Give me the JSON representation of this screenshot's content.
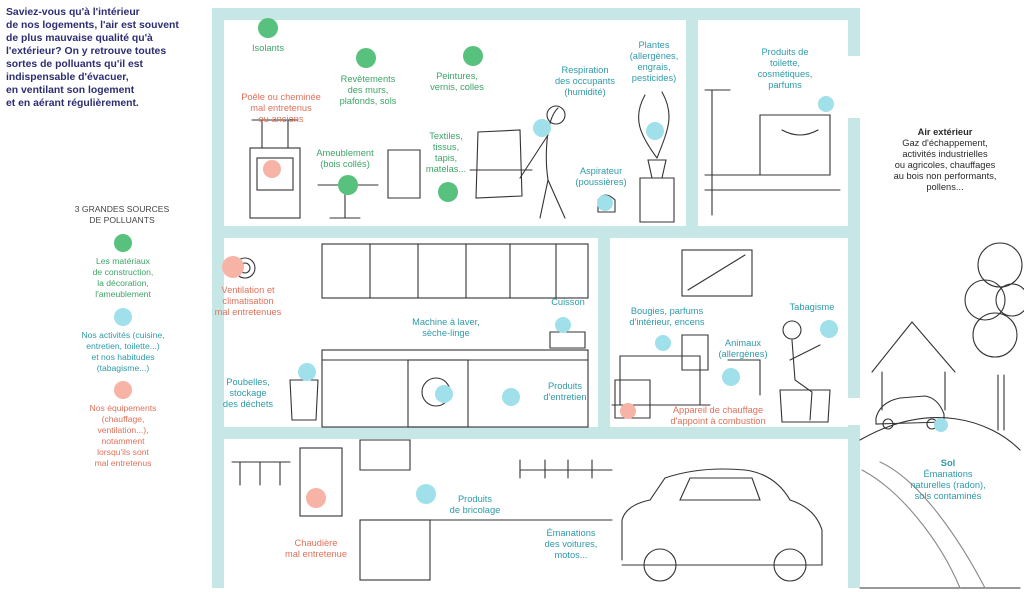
{
  "intro": "Saviez-vous qu'à l'intérieur\nde nos logements, l'air est souvent\nde plus mauvaise qualité qu'à\nl'extérieur? On y retrouve toutes\nsortes de polluants qu'il est\nindispensable d'évacuer,\nen ventilant son logement\net en aérant régulièrement.",
  "legend": {
    "title": "3 GRANDES SOURCES\nDE POLLUANTS",
    "materials": "Les matériaux\nde construction,\nla décoration,\nl'ameublement",
    "activities": "Nos activités (cuisine,\nentretien, toilette...)\net nos habitudes\n(tabagisme...)",
    "equipment": "Nos équipements\n(chauffage,\nventilation...),\nnotamment\nlorsqu'ils sont\nmal entretenus"
  },
  "labels": {
    "isolants": "Isolants",
    "poele": "Poêle ou cheminée\nmal entretenus\nou anciens",
    "revetements": "Revêtements\ndes murs,\nplafonds, sols",
    "peintures": "Peintures,\nvernis, colles",
    "respiration": "Respiration\ndes occupants\n(humidité)",
    "plantes": "Plantes\n(allergènes,\nengrais,\npesticides)",
    "produits_toilette": "Produits de\ntoilette,\ncosmétiques,\nparfums",
    "ameublement": "Ameublement\n(bois collés)",
    "textiles": "Textiles,\ntissus,\ntapis,\nmatelas...",
    "aspirateur": "Aspirateur\n(poussières)",
    "air_ext_title": "Air extérieur",
    "air_ext_body": "Gaz d'échappement,\nactivités industrielles\nou agricoles, chauffages\nau bois non performants,\npollens...",
    "ventilation": "Ventilation et\nclimatisation\nmal entretenues",
    "machine": "Machine à laver,\nsèche-linge",
    "cuisson": "Cuisson",
    "bougies": "Bougies, parfums\nd'intérieur, encens",
    "tabagisme": "Tabagisme",
    "animaux": "Animaux\n(allergènes)",
    "poubelles": "Poubelles,\nstockage\ndes déchets",
    "produits_entretien": "Produits\nd'entretien",
    "appareil": "Appareil de chauffage\nd'appoint à combustion",
    "sol_title": "Sol",
    "sol_body": "Émanations\nnaturelles (radon),\nsols contaminés",
    "bricolage": "Produits\nde bricolage",
    "chaudiere": "Chaudière\nmal entretenue",
    "voitures": "Émanations\ndes voitures,\nmotos..."
  },
  "colors": {
    "wall": "#c7e7e7",
    "materials": "#59c17e",
    "activities": "#9fe0ea",
    "equipment": "#f6b3a6",
    "intro_text": "#2c2e72"
  }
}
